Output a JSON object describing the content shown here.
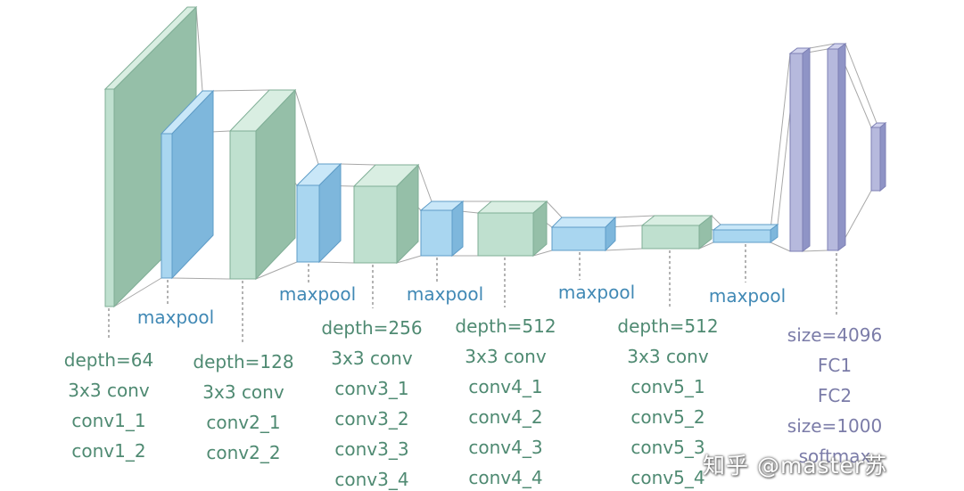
{
  "colors": {
    "green_front": "#bfe0cf",
    "green_side": "#95bfa8",
    "green_top": "#d9eee2",
    "green_edge": "#7fae96",
    "blue_front": "#a9d6f0",
    "blue_side": "#7eb7dc",
    "blue_top": "#c9e7f8",
    "blue_edge": "#5e9cc7",
    "violet_front": "#b6b9dd",
    "violet_side": "#8f94c6",
    "violet_top": "#cfd1ec",
    "violet_edge": "#7d80b4",
    "connector": "#a8a8a8",
    "leader": "#8a8a8a"
  },
  "diagram": {
    "maxpool_labels": [
      "maxpool",
      "maxpool",
      "maxpool",
      "maxpool",
      "maxpool"
    ],
    "conv_groups": [
      {
        "lines": [
          "depth=64",
          "3x3 conv",
          "conv1_1",
          "conv1_2"
        ]
      },
      {
        "lines": [
          "depth=128",
          "3x3 conv",
          "conv2_1",
          "conv2_2"
        ]
      },
      {
        "lines": [
          "depth=256",
          "3x3 conv",
          "conv3_1",
          "conv3_2",
          "conv3_3",
          "conv3_4"
        ]
      },
      {
        "lines": [
          "depth=512",
          "3x3 conv",
          "conv4_1",
          "conv4_2",
          "conv4_3",
          "conv4_4"
        ]
      },
      {
        "lines": [
          "depth=512",
          "3x3 conv",
          "conv5_1",
          "conv5_2",
          "conv5_3",
          "conv5_4"
        ]
      }
    ],
    "fc_group": {
      "lines": [
        "size=4096",
        "FC1",
        "FC2",
        "size=1000",
        "softmax"
      ]
    }
  },
  "watermark": "知乎 @master苏"
}
